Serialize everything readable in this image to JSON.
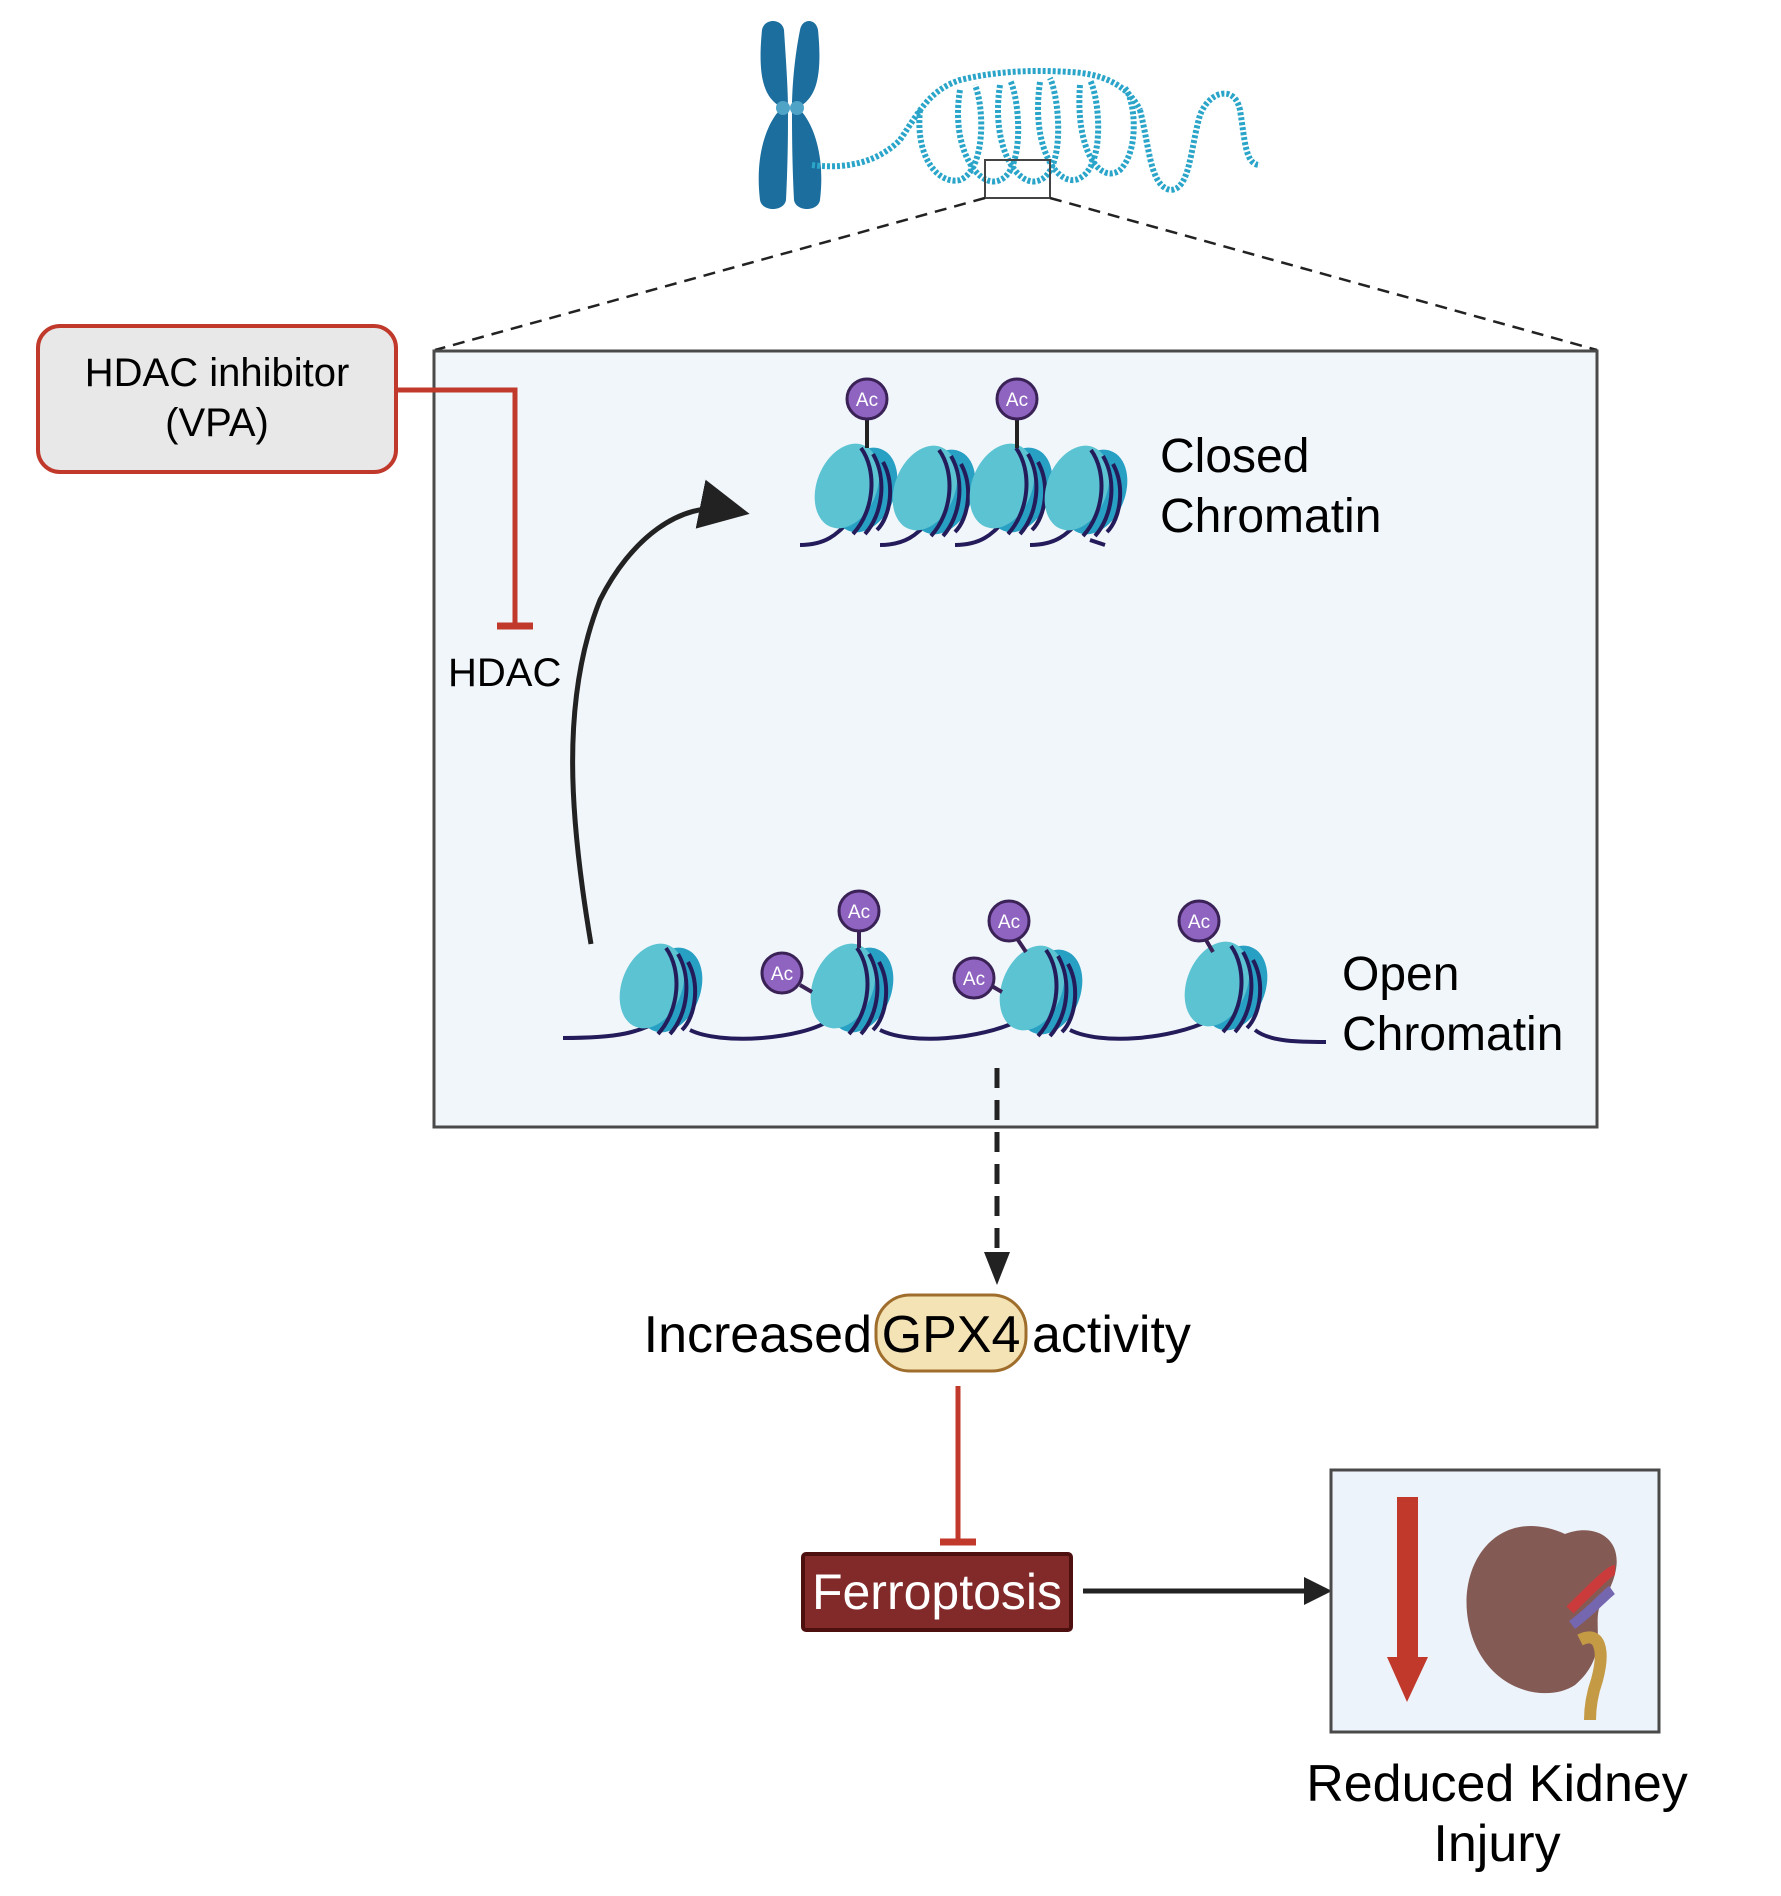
{
  "diagram": {
    "inhibitor_box": {
      "line1": "HDAC inhibitor",
      "line2": "(VPA)"
    },
    "hdac_label": "HDAC",
    "closed_chromatin": {
      "line1": "Closed",
      "line2": "Chromatin"
    },
    "open_chromatin": {
      "line1": "Open",
      "line2": "Chromatin"
    },
    "acetyl_label": "Ac",
    "gpx4_row": {
      "prefix": "Increased",
      "protein": "GPX4",
      "suffix": "activity"
    },
    "ferroptosis_label": "Ferroptosis",
    "outcome": {
      "line1": "Reduced Kidney",
      "line2": "Injury"
    }
  },
  "colors": {
    "inhibition_red": "#c0392b",
    "box_fill": "#f1f6fb",
    "box_border": "#4a4a4a",
    "inhibitor_fill": "#e8e8e8",
    "nucleosome_light": "#5bc3d2",
    "nucleosome_dark": "#28a0c4",
    "dna_strand": "#241b5a",
    "acetyl_fill": "#8f63c0",
    "acetyl_border": "#3a2256",
    "chromosome": "#1b6e9e",
    "chromatin_fiber": "#2aa5c9",
    "gpx4_fill": "#f4e3b5",
    "gpx4_border": "#a06e2c",
    "ferroptosis_fill": "#822a2a",
    "ferroptosis_border": "#4e0f0f",
    "kidney": "#845a54",
    "arrow_dark": "#222222"
  }
}
